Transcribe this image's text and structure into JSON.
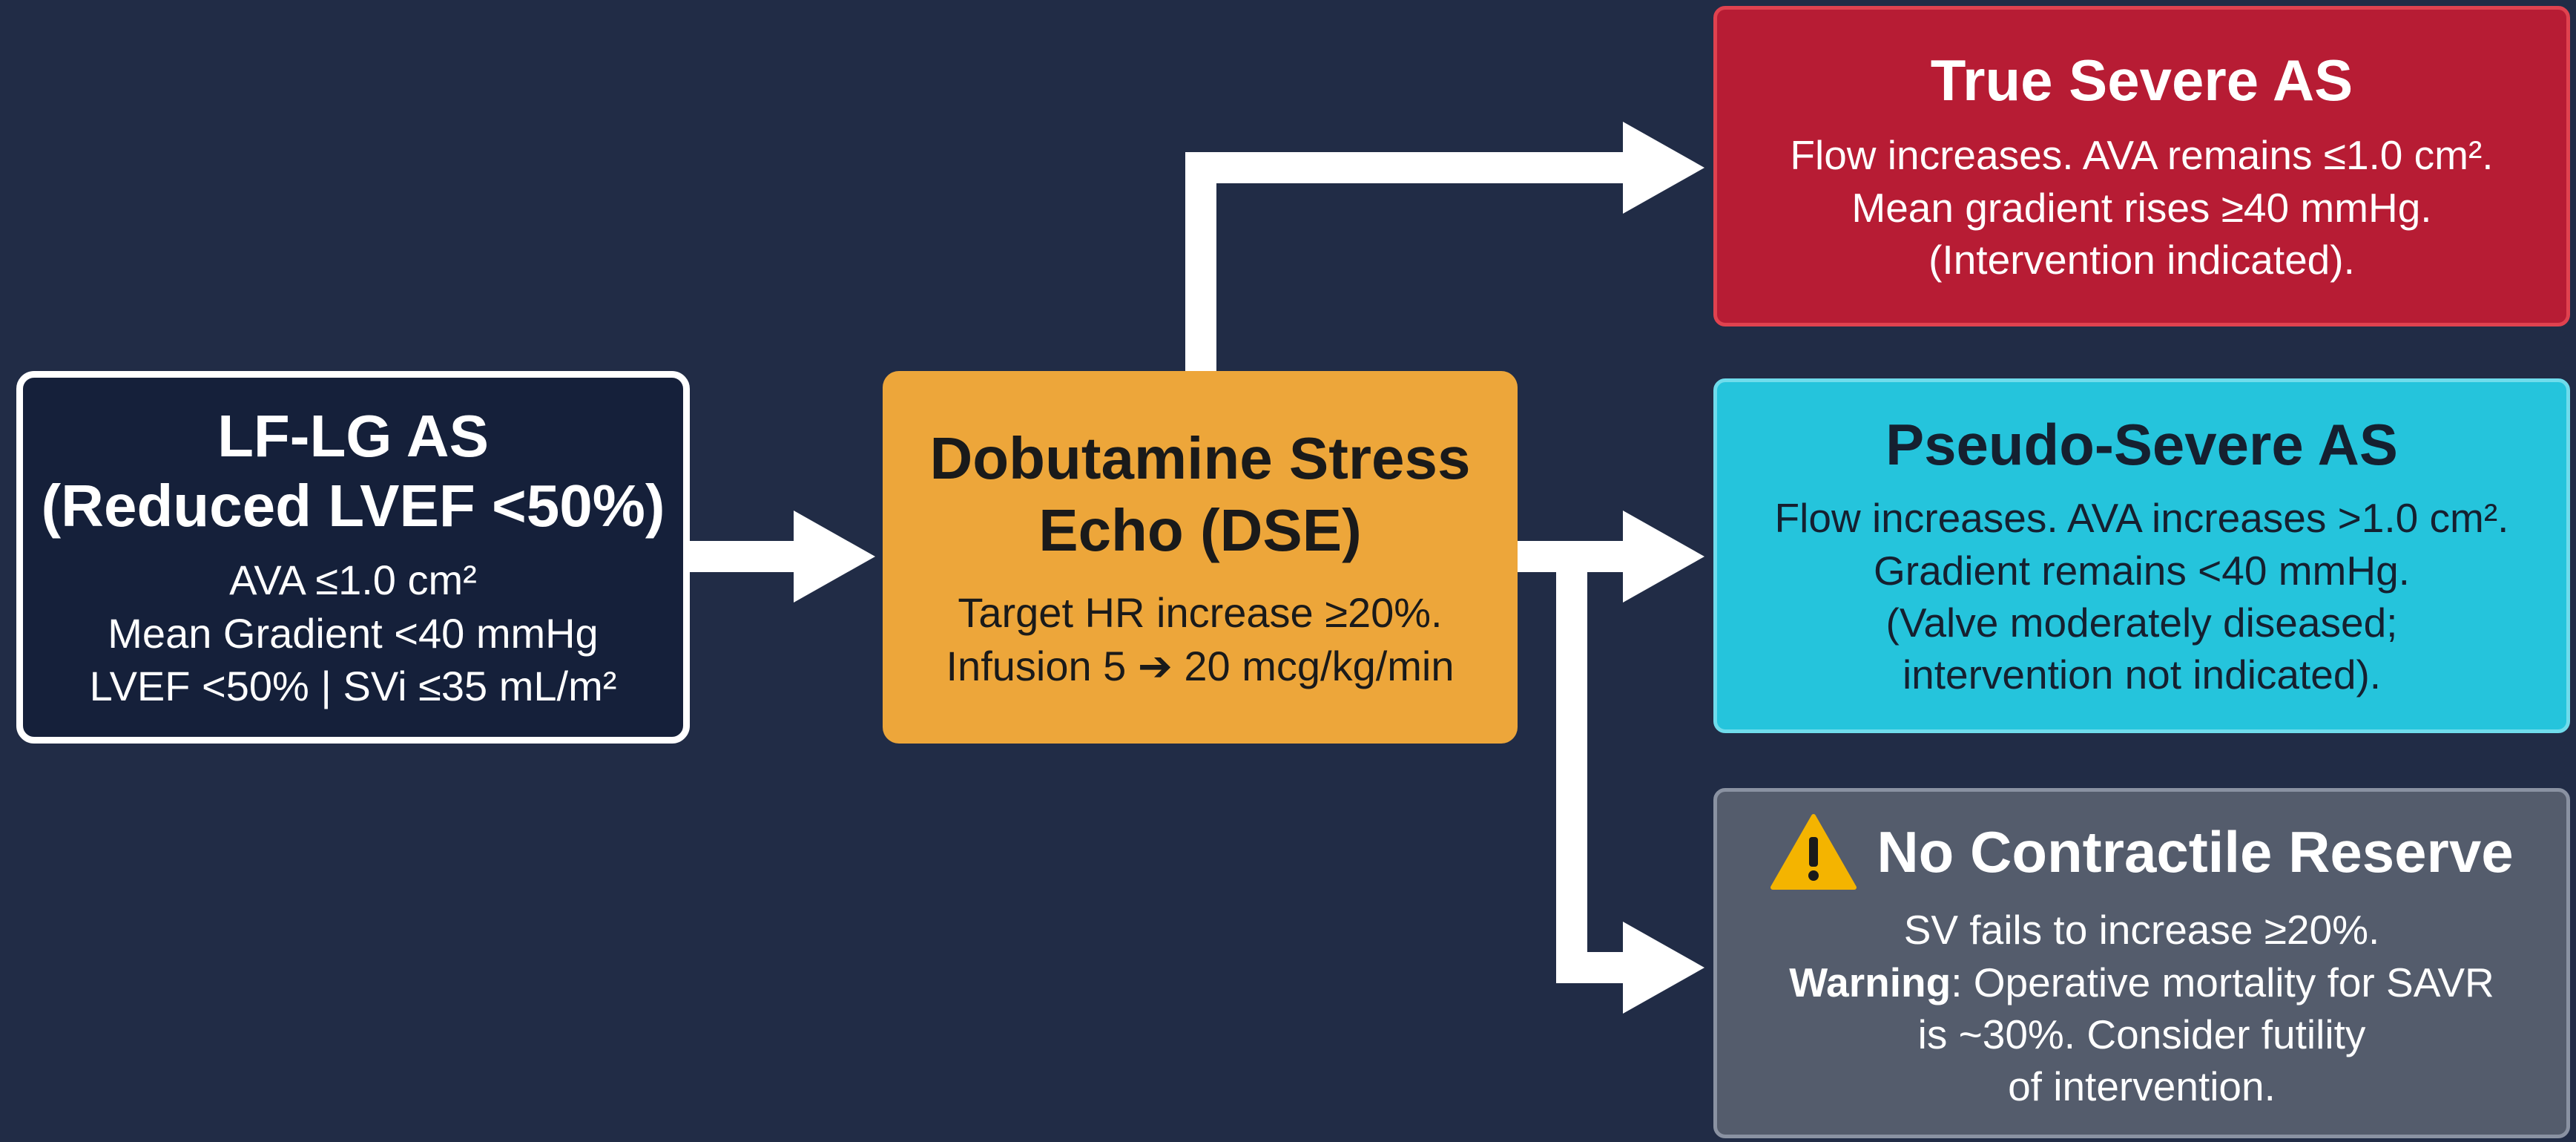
{
  "diagram": {
    "colors": {
      "background": "#212c46",
      "start": "#15203a",
      "dse": "#eda63a",
      "true_severe": "#b71c34",
      "pseudo_severe": "#25c4dc",
      "no_reserve": "#545c6c",
      "arrow": "#ffffff",
      "warning": "#f4b400"
    },
    "start": {
      "title_line1": "LF-LG AS",
      "title_line2": "(Reduced LVEF <50%)",
      "lines": [
        "AVA ≤1.0 cm²",
        "Mean Gradient <40 mmHg",
        "LVEF <50% | SVi ≤35 mL/m²"
      ]
    },
    "dse": {
      "title_line1": "Dobutamine Stress",
      "title_line2": "Echo (DSE)",
      "lines": [
        "Target HR increase ≥20%.",
        "Infusion 5 ➔ 20 mcg/kg/min"
      ]
    },
    "true_severe": {
      "title": "True Severe AS",
      "lines": [
        "Flow increases. AVA remains ≤1.0 cm².",
        "Mean gradient rises ≥40 mmHg.",
        "(Intervention indicated)."
      ]
    },
    "pseudo_severe": {
      "title": "Pseudo-Severe AS",
      "lines": [
        "Flow increases. AVA increases >1.0 cm².",
        "Gradient remains <40 mmHg.",
        "(Valve moderately diseased;",
        "intervention not indicated)."
      ]
    },
    "no_reserve": {
      "icon": "warning-icon",
      "title": "No Contractile Reserve",
      "line1": "SV fails to increase ≥20%.",
      "warning_label": "Warning",
      "line2_rest": ": Operative mortality for SAVR",
      "line3": "is ~30%. Consider futility",
      "line4": "of intervention."
    }
  }
}
